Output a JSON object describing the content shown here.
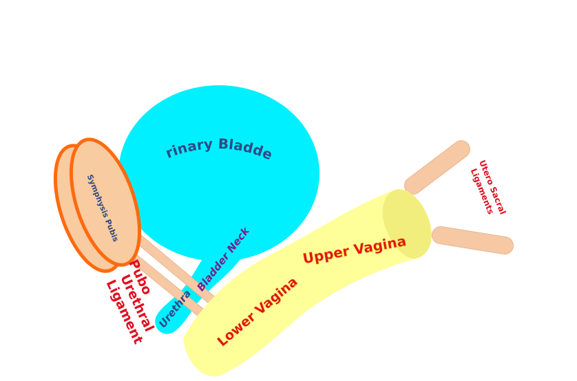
{
  "labels": {
    "urinary_bladder": "Urinary Bladder",
    "symphysis_pubis": "Symphysis Pubis",
    "bladder_neck": "Bladder Neck",
    "urethra": "Urethra",
    "pubo_line1": "Pubo",
    "pubo_line2": "Urethral",
    "pubo_line3": "Ligament",
    "upper_vagina": "Upper Vagina",
    "lower_vagina": "Lower Vagina",
    "utero_line1": "Utero Sacral",
    "utero_line2": "Ligaments"
  },
  "colors": {
    "bladder": "#00F0FF",
    "bladder_text": "#2E4A86",
    "pubis_fill": "#F8CBA0",
    "pubis_outline": "#FF6A10",
    "ligament": "#F6C9A4",
    "vagina": "#FFFF99",
    "vagina_dark": "#F2EE7E",
    "red_text": "#E01020",
    "bladder_neck_text": "#7A1E8C"
  }
}
